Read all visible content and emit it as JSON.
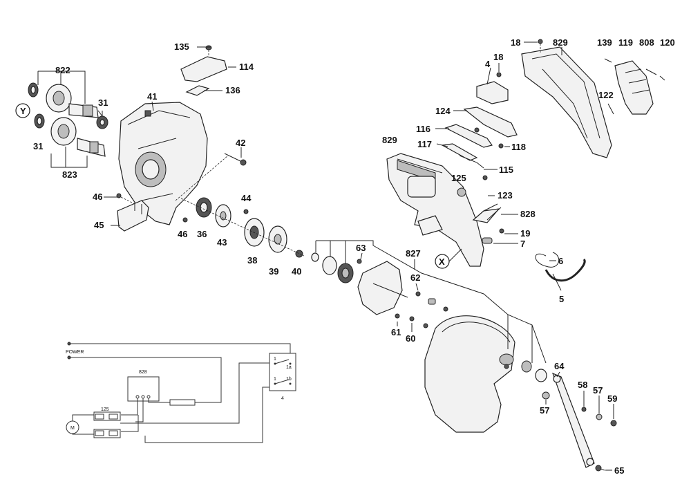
{
  "diagram": {
    "callouts": {
      "c822": "822",
      "c31a": "31",
      "c31b": "31",
      "cY": "Y",
      "c823": "823",
      "c41": "41",
      "c135": "135",
      "c114": "114",
      "c136": "136",
      "c42": "42",
      "c46a": "46",
      "c45": "45",
      "c46b": "46",
      "c44": "44",
      "c36": "36",
      "c43": "43",
      "c38": "38",
      "c39": "39",
      "c40": "40",
      "c18a": "18",
      "c829a": "829",
      "c139": "139",
      "c119": "119",
      "c808": "808",
      "c120": "120",
      "c18b": "18",
      "c4": "4",
      "c122": "122",
      "c124": "124",
      "c116": "116",
      "c829b": "829",
      "c117": "117",
      "c118": "118",
      "c115": "115",
      "c125": "125",
      "c123": "123",
      "c828": "828",
      "c19": "19",
      "c7": "7",
      "cX": "X",
      "c6": "6",
      "c5": "5",
      "c63": "63",
      "c827": "827",
      "c62": "62",
      "c61": "61",
      "c60": "60",
      "c64": "64",
      "c58": "58",
      "c57a": "57",
      "c59": "59",
      "c57b": "57",
      "c65": "65"
    },
    "wiring": {
      "power": "POWER",
      "box828": "828",
      "box125": "125",
      "motor": "M",
      "switch_1a_left": "1",
      "switch_1a_right": "1a",
      "switch_1b_left": "1",
      "switch_1b_right": "1b",
      "switch_id": "4"
    }
  }
}
